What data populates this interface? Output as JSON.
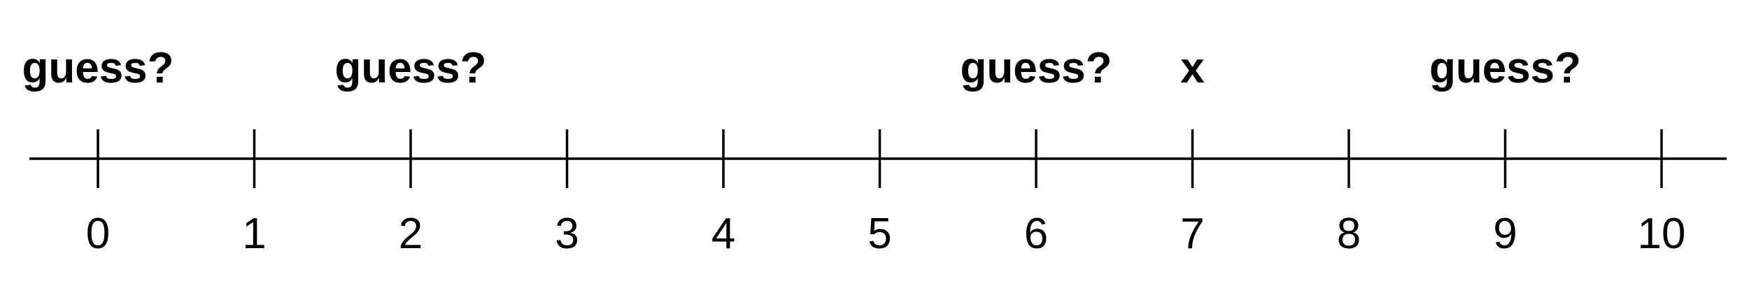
{
  "number_line": {
    "ticks": [
      {
        "value": 0,
        "label": "0"
      },
      {
        "value": 1,
        "label": "1"
      },
      {
        "value": 2,
        "label": "2"
      },
      {
        "value": 3,
        "label": "3"
      },
      {
        "value": 4,
        "label": "4"
      },
      {
        "value": 5,
        "label": "5"
      },
      {
        "value": 6,
        "label": "6"
      },
      {
        "value": 7,
        "label": "7"
      },
      {
        "value": 8,
        "label": "8"
      },
      {
        "value": 9,
        "label": "9"
      },
      {
        "value": 10,
        "label": "10"
      }
    ],
    "markers": [
      {
        "text": "guess?",
        "value": 0.0
      },
      {
        "text": "guess?",
        "value": 2.0
      },
      {
        "text": "guess?",
        "value": 6.0
      },
      {
        "text": "x",
        "value": 7.0
      },
      {
        "text": "guess?",
        "value": 9.0
      }
    ]
  }
}
